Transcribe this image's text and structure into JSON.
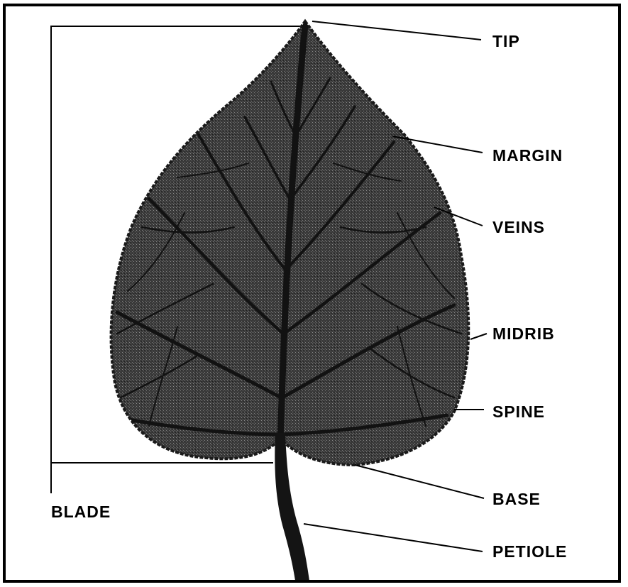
{
  "labels": {
    "tip": "TIP",
    "margin": "MARGIN",
    "veins": "VEINS",
    "midrib": "MIDRIB",
    "spine": "SPINE",
    "base": "BASE",
    "petiole": "PETIOLE",
    "blade": "BLADE"
  },
  "colors": {
    "leaf_fill": "#3c3c3c",
    "vein": "#111111",
    "line": "#000000",
    "background": "#ffffff"
  }
}
